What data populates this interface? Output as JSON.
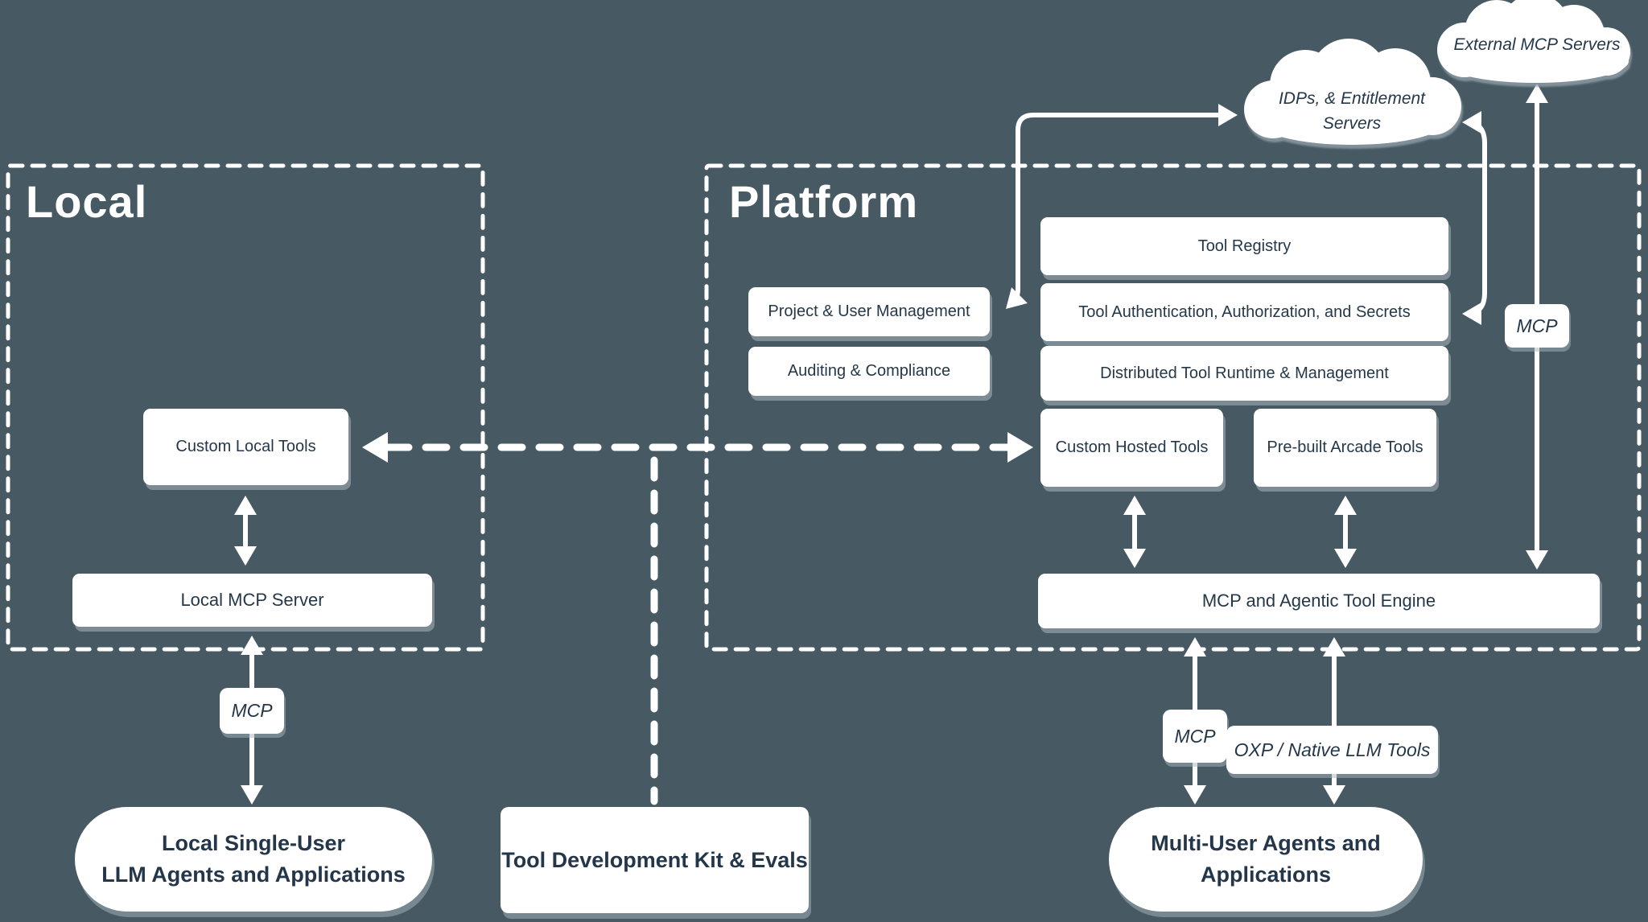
{
  "canvas": {
    "background_color": "#475962",
    "line_color": "#ffffff",
    "text_color": "#25384a"
  },
  "regions": {
    "local": {
      "label": "Local"
    },
    "platform": {
      "label": "Platform"
    }
  },
  "clouds": {
    "external": {
      "label": "External MCP Servers"
    },
    "idps": {
      "label": "IDPs, & Entitlement Servers"
    }
  },
  "platform_boxes": {
    "tool_registry": {
      "label": "Tool Registry"
    },
    "project_user_management": {
      "label": "Project & User Management"
    },
    "tool_auth": {
      "label": "Tool Authentication, Authorization, and Secrets"
    },
    "auditing_compliance": {
      "label": "Auditing & Compliance"
    },
    "distributed_runtime": {
      "label": "Distributed Tool Runtime & Management"
    },
    "custom_hosted_tools": {
      "label": "Custom Hosted Tools"
    },
    "prebuilt_arcade_tools": {
      "label": "Pre-built Arcade Tools"
    },
    "engine": {
      "label": "MCP and Agentic Tool Engine"
    }
  },
  "local_boxes": {
    "custom_local_tools": {
      "label": "Custom Local Tools"
    },
    "local_mcp_server": {
      "label": "Local MCP Server"
    }
  },
  "protocol_labels": {
    "mcp_local": "MCP",
    "mcp_engine": "MCP",
    "mcp_external": "MCP",
    "oxp": "OXP / Native LLM Tools"
  },
  "terminals": {
    "local_agents": {
      "lines": [
        "Local Single-User",
        "LLM Agents and Applications"
      ]
    },
    "tool_dev_kit": {
      "label": "Tool Development Kit & Evals"
    },
    "multi_user_agents": {
      "lines": [
        "Multi-User Agents and",
        "Applications"
      ]
    }
  }
}
